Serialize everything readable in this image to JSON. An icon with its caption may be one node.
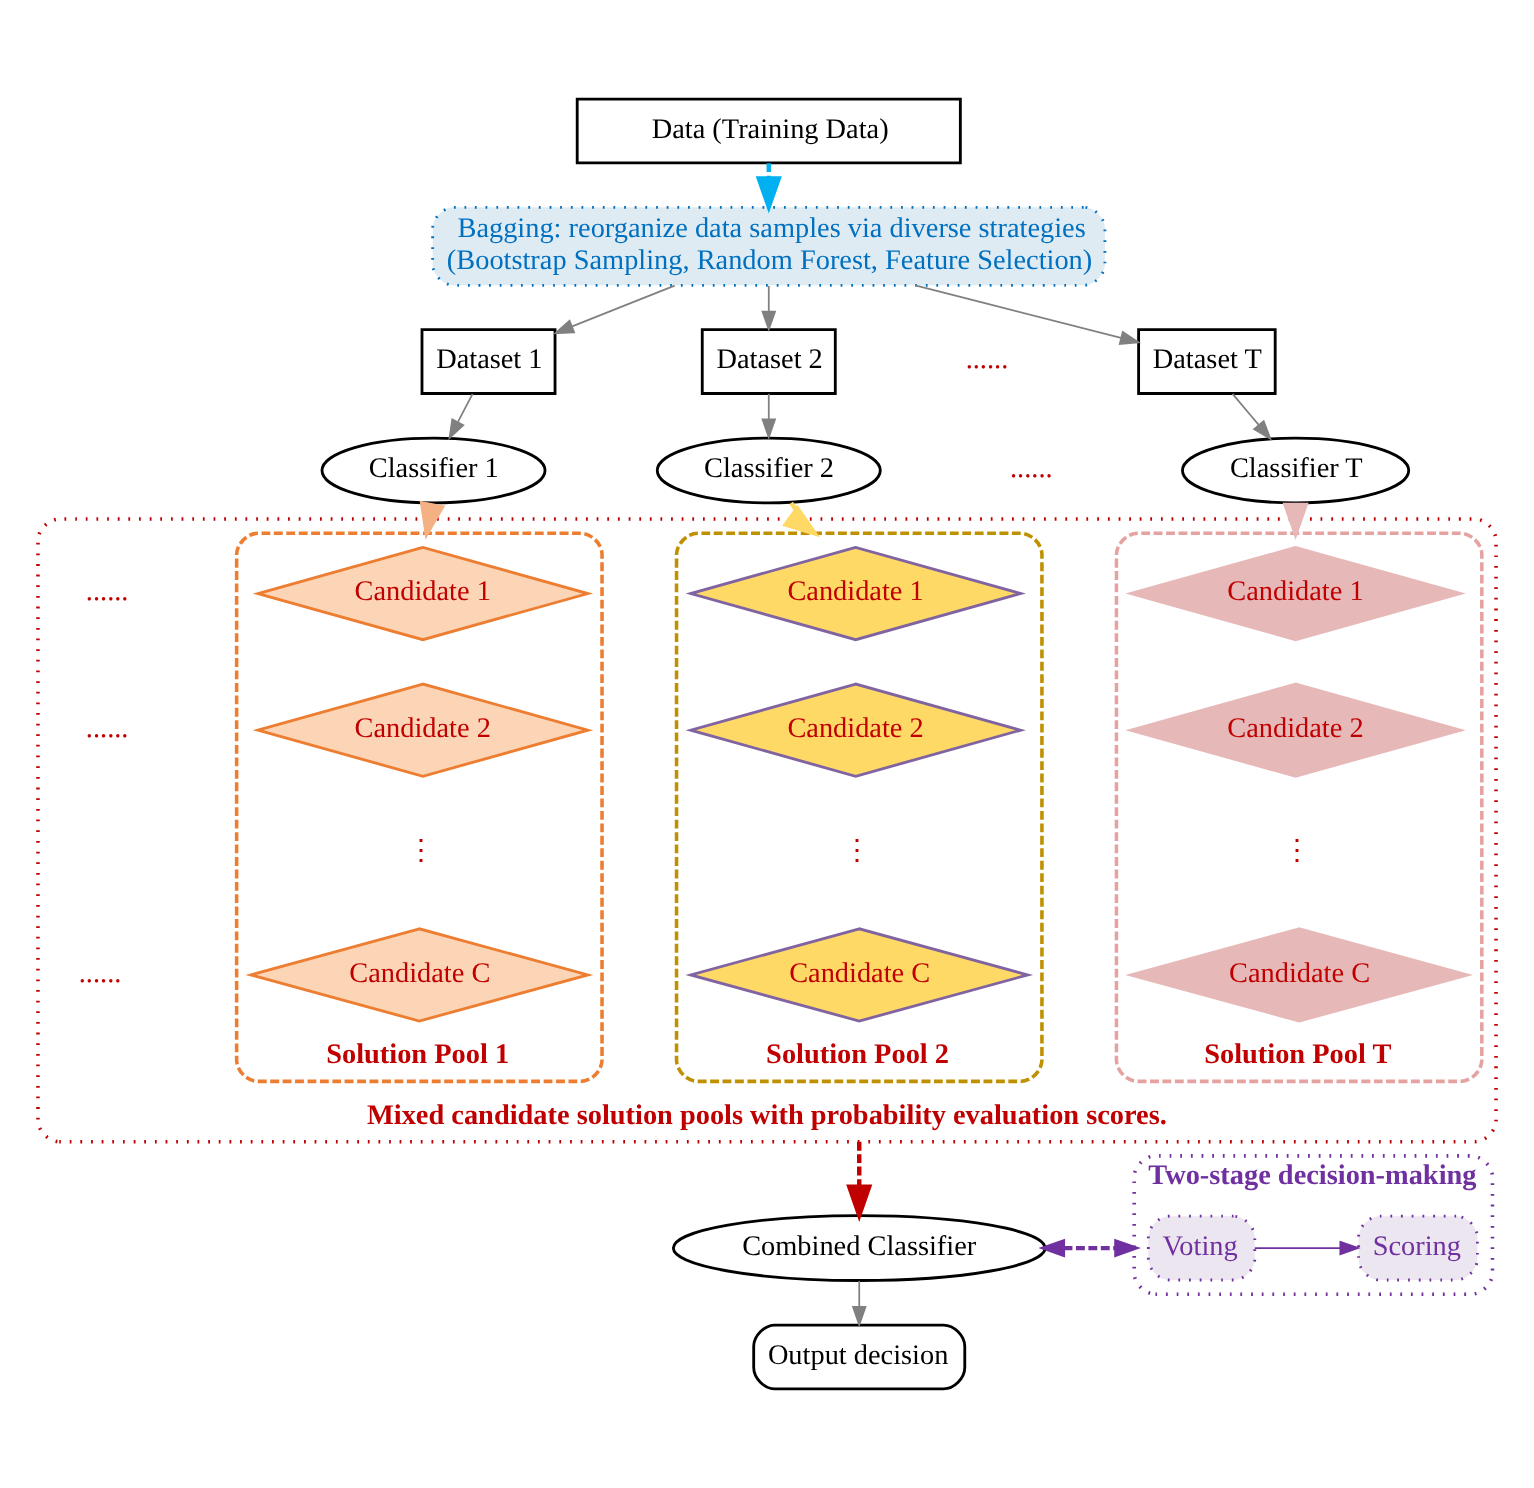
{
  "diagram": {
    "nodes": [
      {
        "text": [
          "Data (Training Data)"
        ]
      },
      {
        "text": [
          "Bagging: reorganize data samples via diverse strategies",
          "(Bootstrap Sampling, Random Forest, Feature Selection)"
        ]
      },
      {
        "text": [
          "Dataset 1"
        ]
      },
      {
        "text": [
          "Dataset 2"
        ]
      },
      {
        "text": [
          "Dataset T"
        ]
      },
      {
        "text": [
          "Classifier 1"
        ]
      },
      {
        "text": [
          "Classifier 2"
        ]
      },
      {
        "text": [
          "Classifier T"
        ]
      },
      {
        "text": [
          "Mixed candidate solution pools with probability evaluation scores."
        ]
      },
      {
        "text": [
          "Solution Pool 1"
        ],
        "in": 8
      },
      {
        "text": [
          "Candidate 1"
        ],
        "in": 9
      },
      {
        "text": [
          "Candidate 2"
        ],
        "in": 9
      },
      {
        "text": [
          "Candidate C"
        ],
        "in": 9
      },
      {
        "text": [
          "Solution Pool 2"
        ],
        "in": 8
      },
      {
        "text": [
          "Candidate 1"
        ],
        "in": 13
      },
      {
        "text": [
          "Candidate 2"
        ],
        "in": 13
      },
      {
        "text": [
          "Candidate C"
        ],
        "in": 13
      },
      {
        "text": [
          "Solution Pool T"
        ],
        "in": 8
      },
      {
        "text": [
          "Candidate 1"
        ],
        "in": 17
      },
      {
        "text": [
          "Candidate 2"
        ],
        "in": 17
      },
      {
        "text": [
          "Candidate C"
        ],
        "in": 17
      },
      {
        "text": [
          "Combined Classifier"
        ]
      },
      {
        "text": [
          "Two-stage decision-making"
        ]
      },
      {
        "text": [
          "Voting"
        ],
        "in": 22
      },
      {
        "text": [
          "Scoring"
        ],
        "in": 22
      },
      {
        "text": [
          "Output decision"
        ]
      }
    ],
    "edges": [
      {
        "from": 0,
        "to": 1,
        "arrow": "to",
        "style": "dashed",
        "color": "#00b0f0"
      },
      {
        "from": 1,
        "to": 2,
        "arrow": "to"
      },
      {
        "from": 1,
        "to": 3,
        "arrow": "to"
      },
      {
        "from": 1,
        "to": 4,
        "arrow": "to"
      },
      {
        "from": 2,
        "to": 5,
        "arrow": "to"
      },
      {
        "from": 3,
        "to": 6,
        "arrow": "to"
      },
      {
        "from": 4,
        "to": 7,
        "arrow": "to"
      },
      {
        "from": 5,
        "to": 9,
        "arrow": "to",
        "style": "dashed",
        "color": "#f4b183"
      },
      {
        "from": 6,
        "to": 13,
        "arrow": "to",
        "style": "dashed",
        "color": "#ffd966"
      },
      {
        "from": 7,
        "to": 17,
        "arrow": "to",
        "style": "dashed",
        "color": "#e6b9b8"
      },
      {
        "from": 8,
        "to": 21,
        "arrow": "to",
        "style": "dashed",
        "color": "#c00000"
      },
      {
        "from": 21,
        "to": 22,
        "arrow": "both",
        "style": "dashed",
        "color": "#7030a0"
      },
      {
        "from": 23,
        "to": 24,
        "arrow": "to",
        "color": "#7030a0"
      },
      {
        "from": 21,
        "to": 25,
        "arrow": "to"
      }
    ],
    "labels": [
      "......",
      "......",
      "......",
      "......",
      "⋮",
      "⋮",
      "⋮",
      "......"
    ]
  }
}
